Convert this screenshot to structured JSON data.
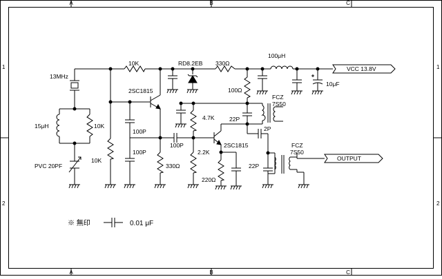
{
  "frame": {
    "columns": [
      "A",
      "B",
      "C"
    ],
    "rows": [
      "1",
      "2"
    ]
  },
  "labels": {
    "crystal": "13MHz",
    "r_top_left": "10K",
    "zener": "RD8.2EB",
    "r_330_top": "330Ω",
    "choke": "100μH",
    "vcc": "VCC 13.8V",
    "cap_10u": "10μF",
    "transistor1": "2SC1815",
    "r_100": "100Ω",
    "fcz1_name": "FCZ",
    "fcz1_model": "7S50",
    "coil_15u": "15μH",
    "r_10k_coil": "10K",
    "c_100p_a": "100P",
    "c_100p_b": "100P",
    "r_10k_bottom": "10K",
    "pvc": "PVC 20PF",
    "r_330_bottom": "330Ω",
    "r_4k7": "4.7K",
    "c_22p_a": "22P",
    "c_100p_coupling": "100P",
    "r_2k2": "2.2K",
    "transistor2": "2SC1815",
    "c_2p": "2P",
    "fcz2_name": "FCZ",
    "fcz2_model": "7S50",
    "c_22p_b": "22P",
    "r_220": "220Ω",
    "output": "OUTPUT",
    "note_mark": "※ 無印",
    "note_value": "0.01 μF"
  }
}
